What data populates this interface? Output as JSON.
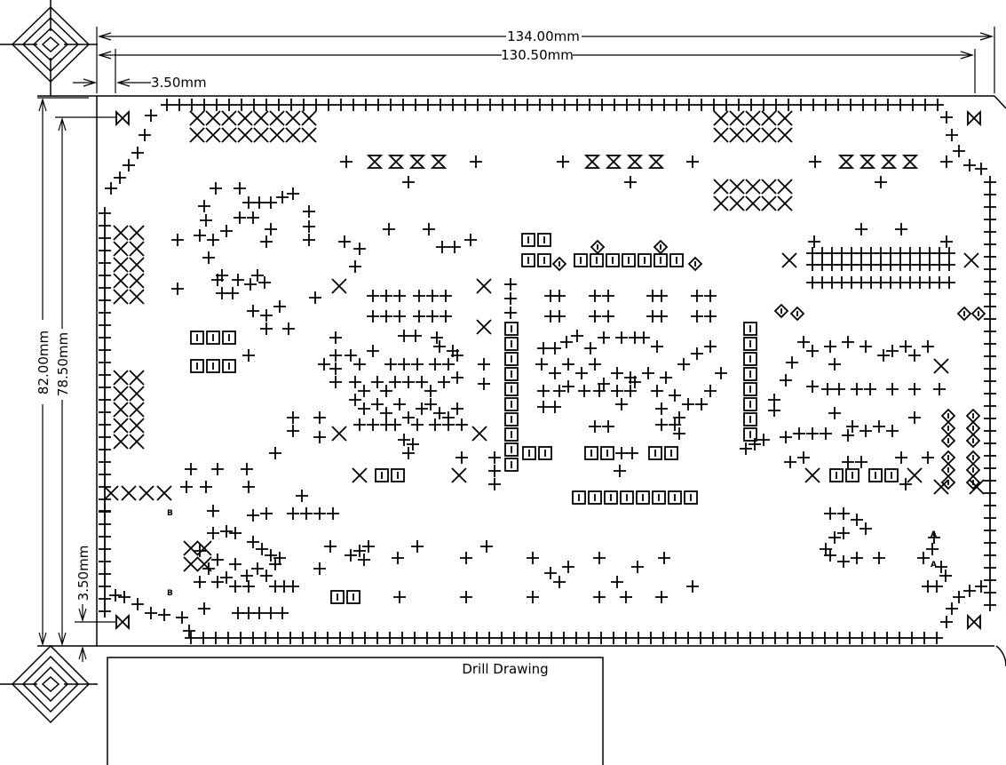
{
  "dimensions": {
    "overall_width": "134.00mm",
    "inner_width": "130.50mm",
    "left_offset": "3.50mm",
    "overall_height": "82.00mm",
    "inner_height": "78.50mm",
    "bottom_offset": "3.50mm"
  },
  "title_block": {
    "title": "Drill Drawing"
  },
  "markers": {
    "a": "A",
    "b": "B"
  }
}
